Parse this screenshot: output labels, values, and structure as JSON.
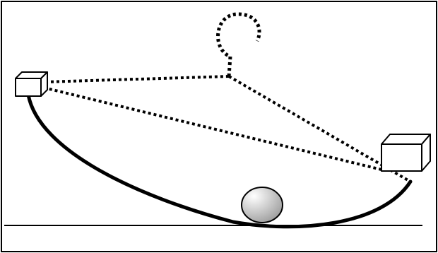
{
  "figure": {
    "colors": {
      "ink": "#000000",
      "box_fill": "#ffffff",
      "ball_light": "#ffffff",
      "ball_dark": "#9a9a9a",
      "frame": "#000000"
    },
    "elements": [
      "frame-border",
      "ground-line",
      "curved-track",
      "small-box",
      "large-box",
      "ball",
      "hanger-hook",
      "dotted-cords"
    ]
  }
}
